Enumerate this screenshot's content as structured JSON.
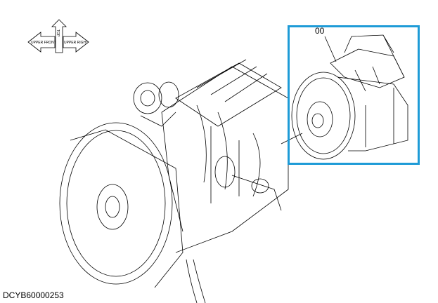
{
  "diagram": {
    "callout_label": "00",
    "drawing_code": "DCYB60000253",
    "orientation_labels": [
      "UPPER FRONT",
      "TOP",
      "UPPER RIGHT"
    ],
    "highlight_color": "#1e9bd7"
  }
}
